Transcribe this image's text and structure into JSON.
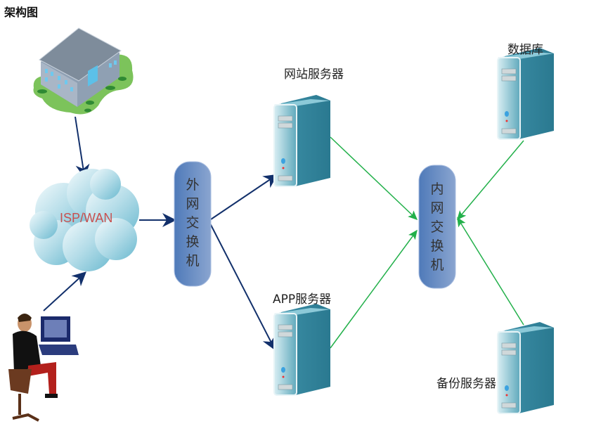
{
  "title": "架构图",
  "nodes": {
    "building": {
      "icon": "office-building-icon"
    },
    "cloud": {
      "label": "ISP/WAN",
      "color": "#c8504f"
    },
    "user": {
      "icon": "person-at-computer-icon"
    },
    "outer_switch": {
      "label": "外网交换机"
    },
    "inner_switch": {
      "label": "内网交换机"
    },
    "web_server": {
      "label": "网站服务器"
    },
    "app_server": {
      "label": "APP服务器"
    },
    "database": {
      "label": "数据库"
    },
    "backup_server": {
      "label": "备份服务器"
    }
  },
  "colors": {
    "external_link": "#12306b",
    "internal_link": "#22b04a",
    "switch": "#6b8cc4",
    "server": "#4a9fb5"
  }
}
